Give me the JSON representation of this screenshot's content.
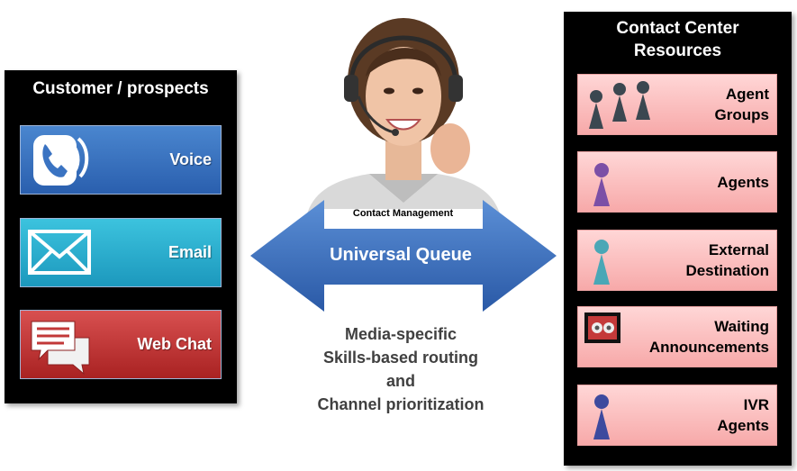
{
  "left_panel": {
    "title": "Customer / prospects",
    "channels": [
      {
        "label": "Voice",
        "icon": "telephone-icon"
      },
      {
        "label": "Email",
        "icon": "envelope-icon"
      },
      {
        "label": "Web Chat",
        "icon": "chat-bubbles-icon"
      }
    ]
  },
  "right_panel": {
    "title": "Contact Center\nResources",
    "resources": [
      {
        "label": "Agent\nGroups",
        "icon": "agent-group-icon"
      },
      {
        "label": "Agents",
        "icon": "agent-icon"
      },
      {
        "label": "External\nDestination",
        "icon": "external-agent-icon"
      },
      {
        "label": "Waiting\nAnnouncements",
        "icon": "speaker-box-icon"
      },
      {
        "label": "IVR\nAgents",
        "icon": "ivr-agent-icon"
      }
    ]
  },
  "center": {
    "queue_subtitle": "Contact Management",
    "queue_title": "Universal Queue",
    "routing_lines": [
      "Media-specific",
      "Skills-based routing",
      "and",
      "Channel prioritization"
    ]
  },
  "colors": {
    "voice": "#3a73c2",
    "email": "#2ab0d0",
    "chat": "#c23838",
    "resource": "#fbbcbc",
    "arrow": "#3a6fc1"
  }
}
